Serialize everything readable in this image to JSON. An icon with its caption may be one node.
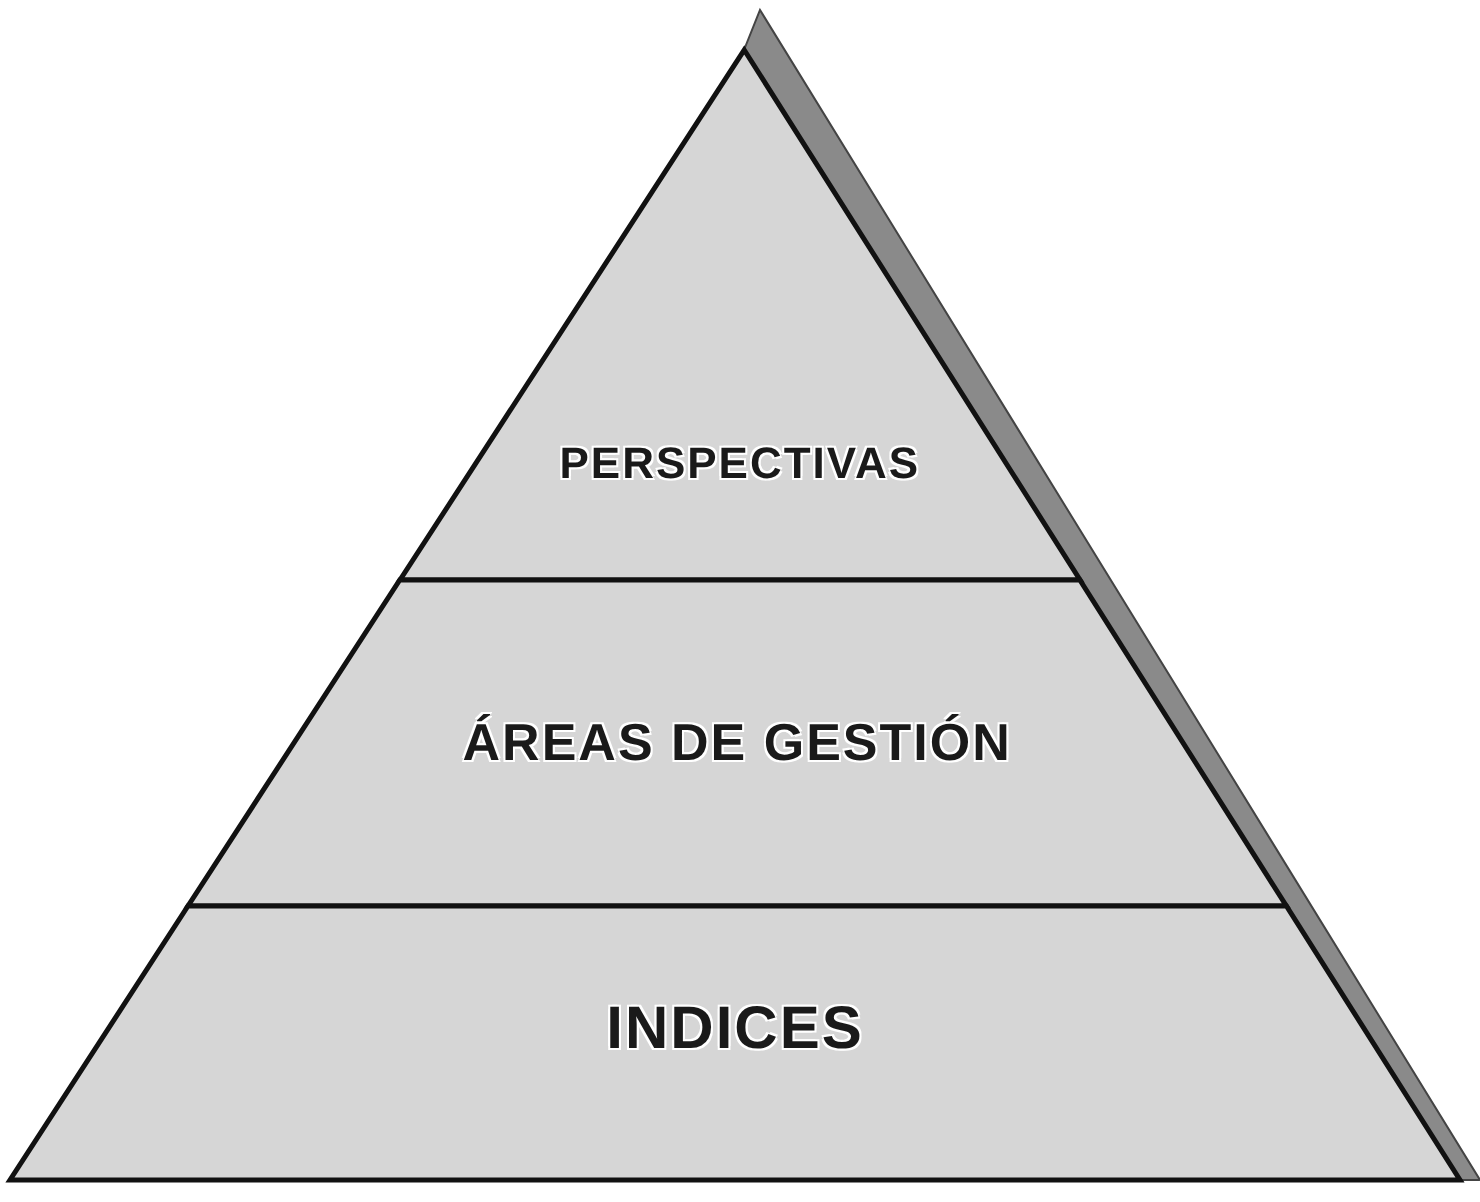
{
  "diagram": {
    "nodes": [
      {
        "text": [
          "PERSPECTIVAS"
        ]
      },
      {
        "text": [
          "ÁREAS DE GESTIÓN"
        ]
      },
      {
        "text": [
          "INDICES"
        ]
      }
    ]
  }
}
